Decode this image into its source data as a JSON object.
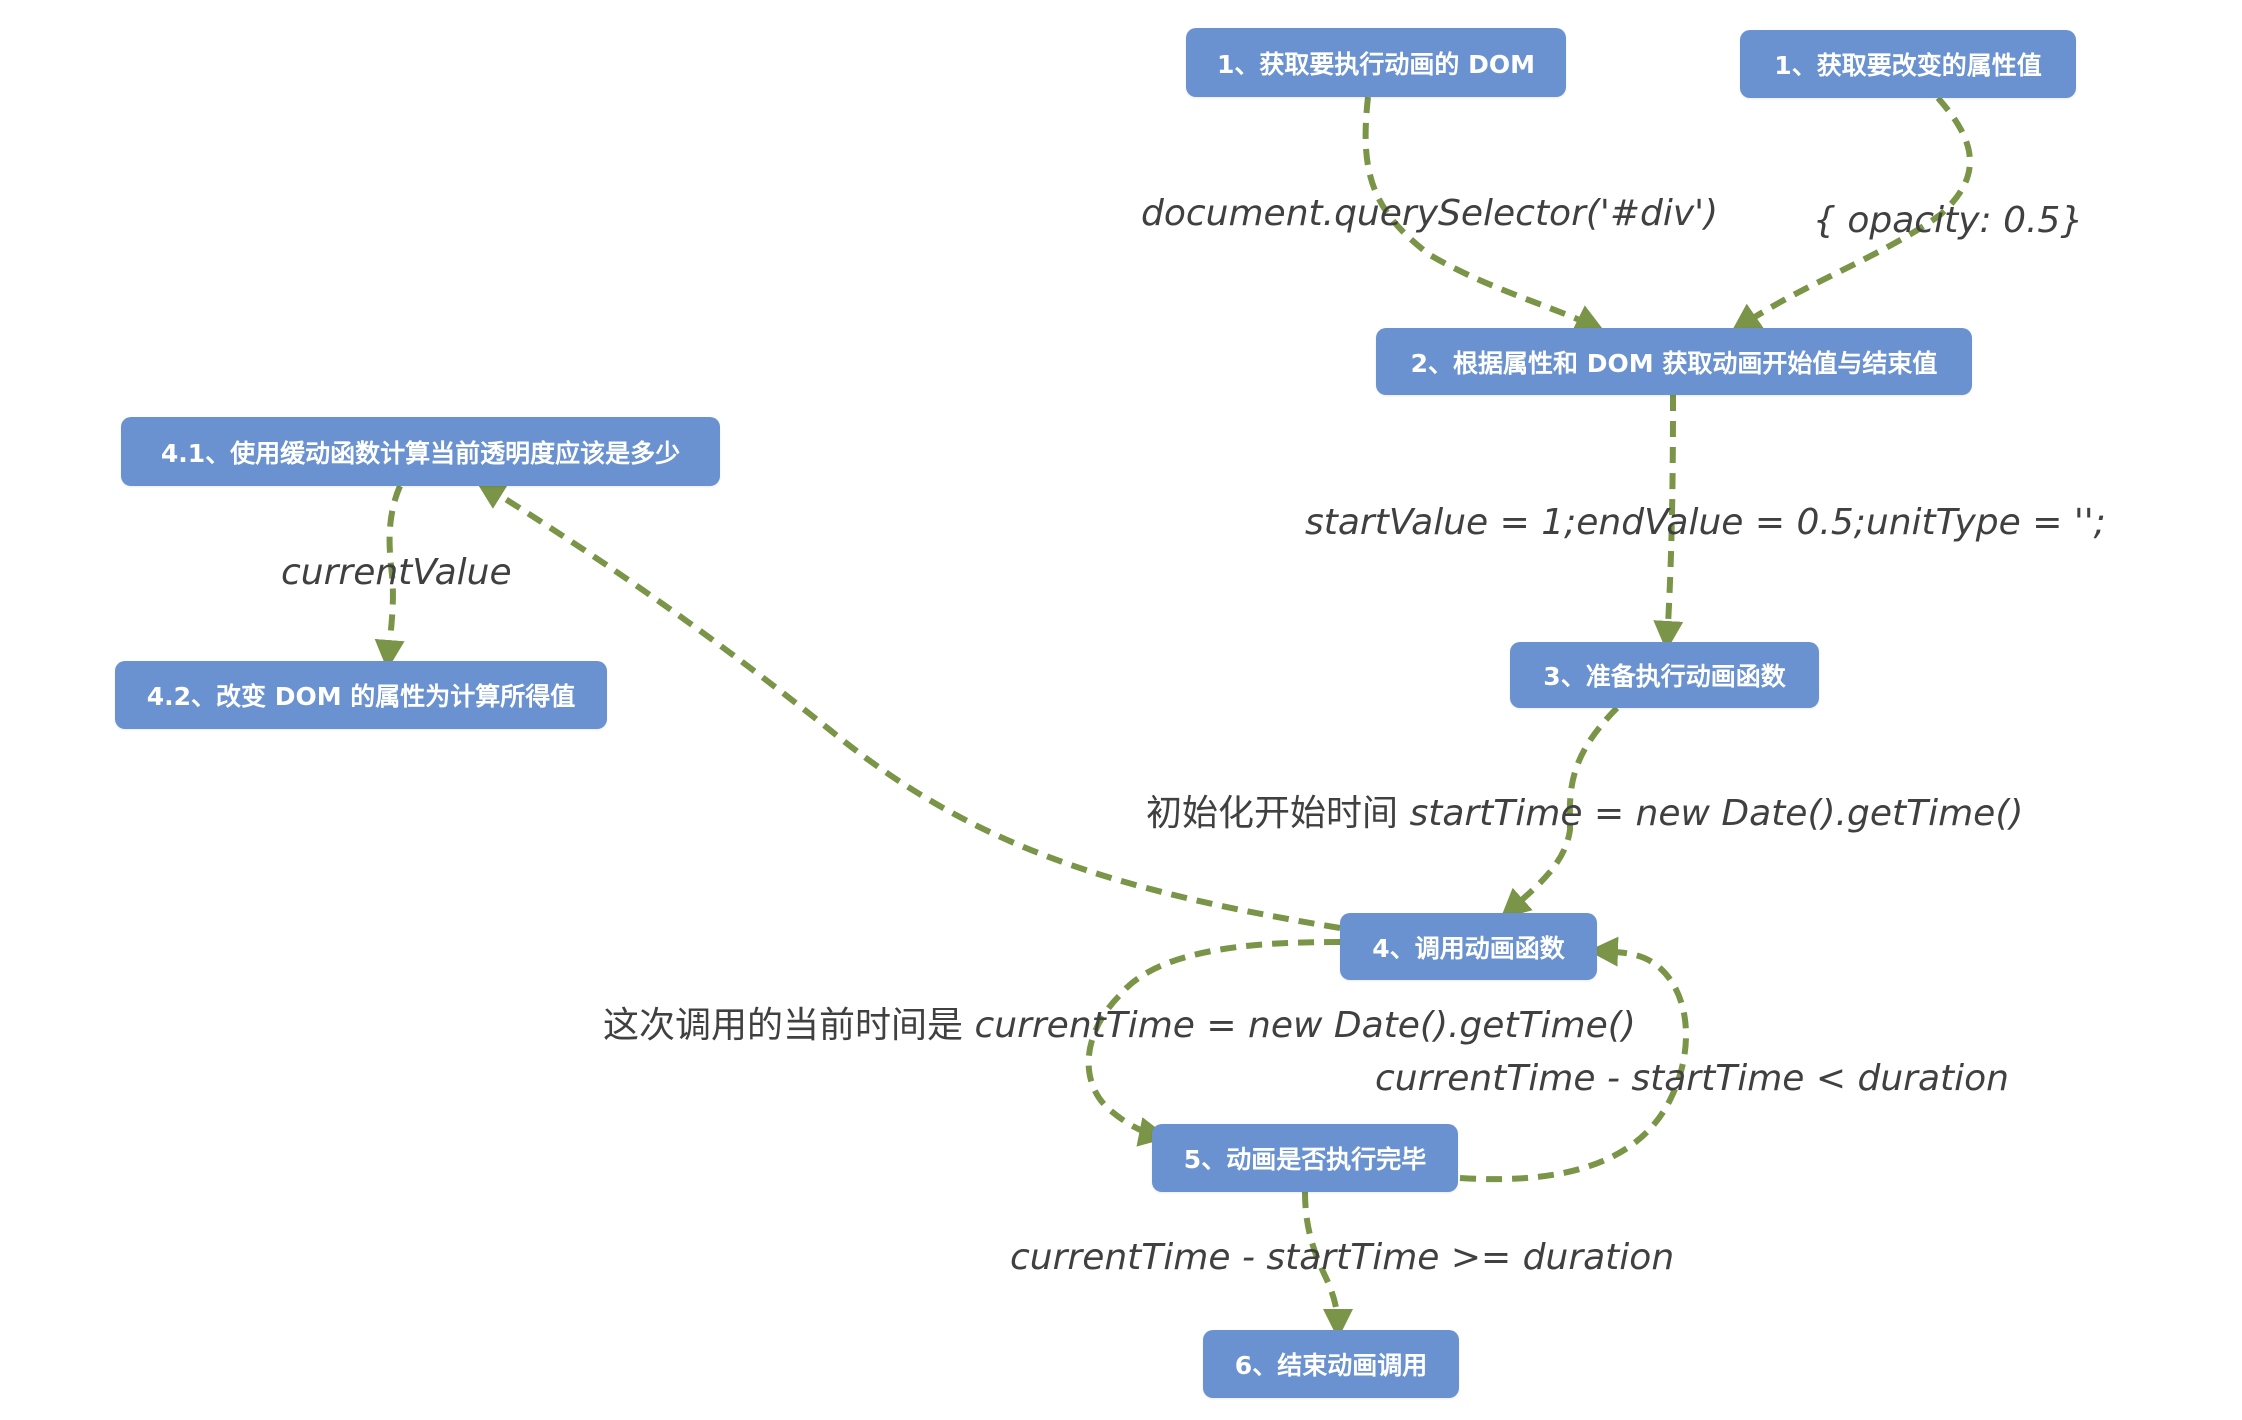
{
  "colors": {
    "node_fill": "#6a91d0",
    "node_text": "#ffffff",
    "edge": "#7a9448",
    "label_text": "#404040"
  },
  "nodes": {
    "get_dom": "1、获取要执行动画的 DOM",
    "get_props": "1、获取要改变的属性值",
    "get_values": "2、根据属性和 DOM 获取动画开始值与结束值",
    "prepare": "3、准备执行动画函数",
    "call": "4、调用动画函数",
    "calc": "4.1、使用缓动函数计算当前透明度应该是多少",
    "change": "4.2、改变 DOM 的属性为计算所得值",
    "check": "5、动画是否执行完毕",
    "end": "6、结束动画调用"
  },
  "labels": {
    "query": "document.querySelector('#div')",
    "opacity": "{ opacity: 0.5}",
    "values": "startValue = 1;endValue = 0.5;unitType = '';",
    "init_prefix": "初始化开始时间 ",
    "init_code": "startTime = new Date().getTime()",
    "current_value": "currentValue",
    "now_prefix": "这次调用的当前时间是 ",
    "now_code": "currentTime = new Date().getTime()",
    "less": "currentTime - startTime < duration",
    "geq": "currentTime - startTime >= duration"
  }
}
